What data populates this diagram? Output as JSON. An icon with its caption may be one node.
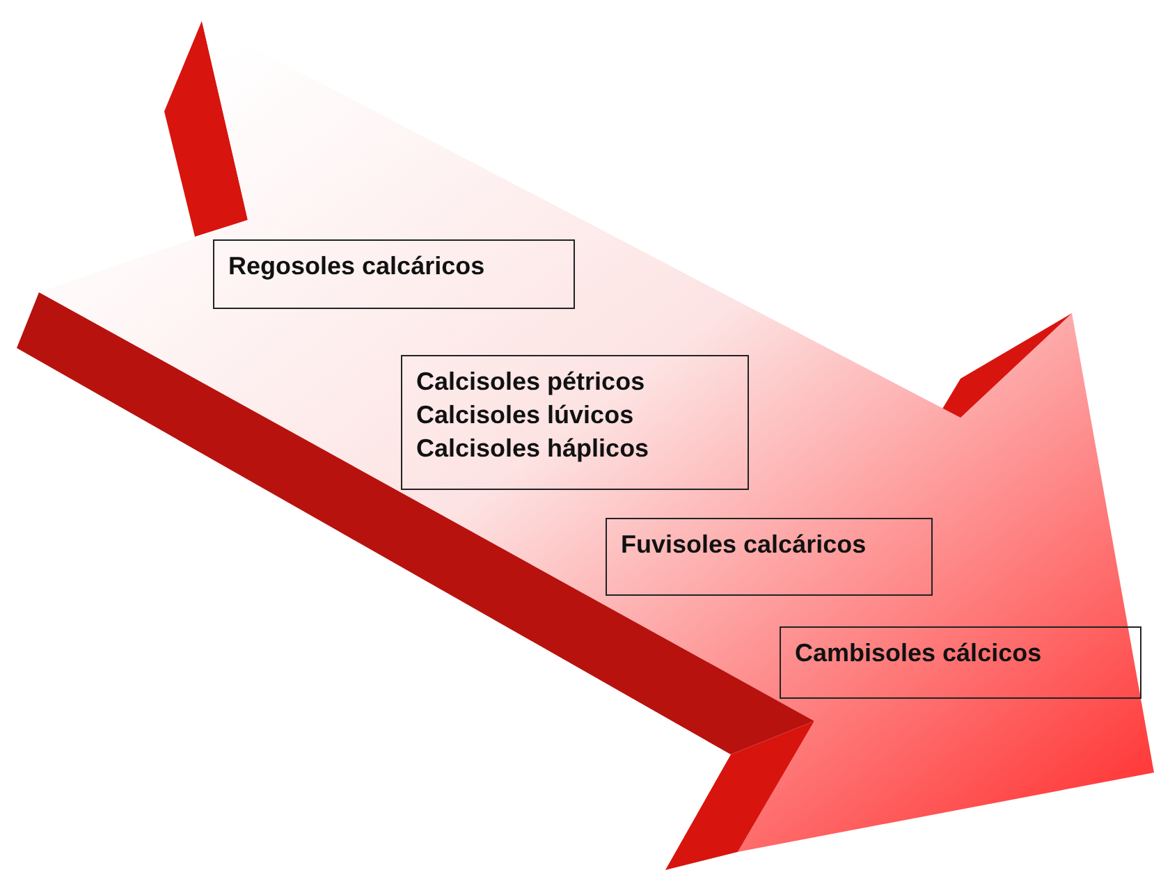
{
  "diagram": {
    "nodes": [
      {
        "text": [
          "Regosoles calcáricos"
        ]
      },
      {
        "text": [
          "Calcisoles pétricos",
          "Calcisoles lúvicos",
          "Calcisoles háplicos"
        ]
      },
      {
        "text": [
          "Fuvisoles calcáricos"
        ]
      },
      {
        "text": [
          "Cambisoles cálcicos"
        ]
      }
    ],
    "edges": []
  }
}
